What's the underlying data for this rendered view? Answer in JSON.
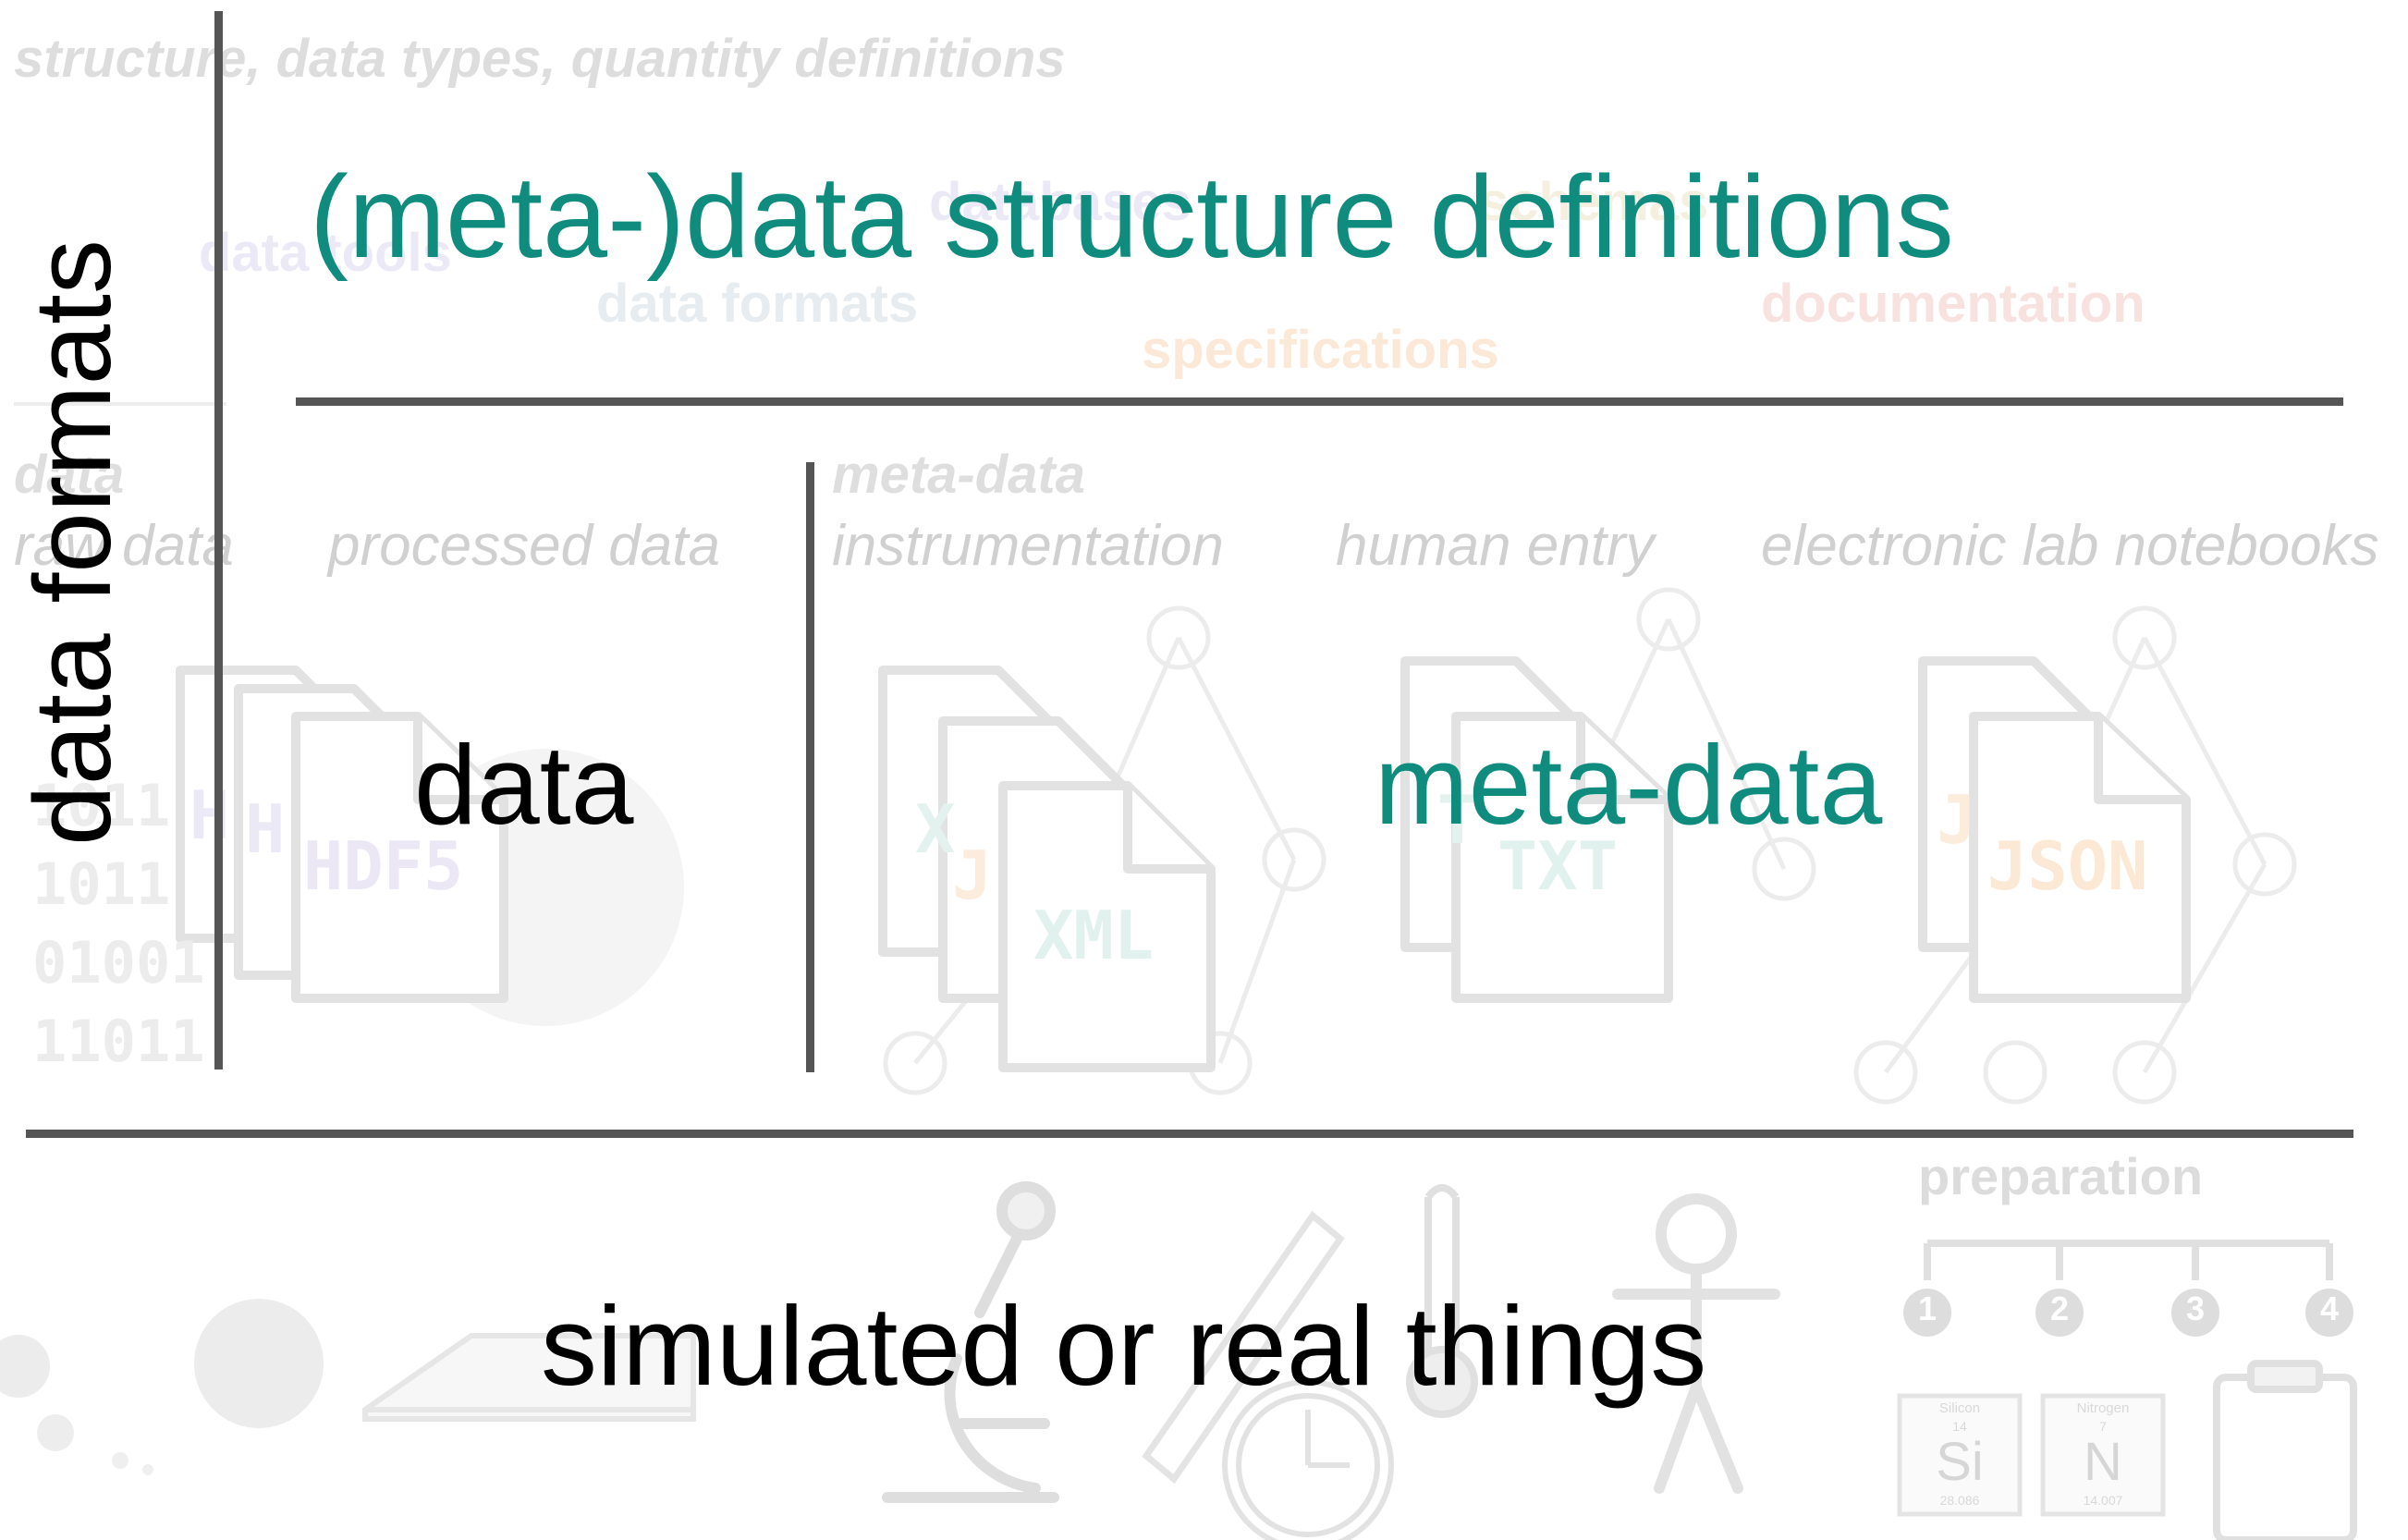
{
  "header": {
    "faint_caption": "structure, data types, quantity definitions",
    "title": "(meta-)data structure definitions",
    "bg_terms": [
      "data tools",
      "databases",
      "schemas",
      "data formats",
      "specifications",
      "documentation"
    ]
  },
  "side_label": "data formats",
  "data_column": {
    "faint_header": "data",
    "sub_labels": [
      "raw data",
      "processed data"
    ],
    "label": "data",
    "file_badges": [
      "H",
      "H",
      "HDF5"
    ],
    "binary_rows": [
      "1011",
      "1011",
      "01001",
      "11011"
    ]
  },
  "metadata_column": {
    "faint_header": "meta-data",
    "sources": [
      "instrumentation",
      "human entry",
      "electronic lab notebooks"
    ],
    "label": "meta-data",
    "file_badges": [
      "X",
      "J",
      "XML",
      "T",
      "TXT",
      "J",
      "JSON"
    ]
  },
  "bottom": {
    "label": "simulated or real things",
    "preparation": {
      "title": "preparation",
      "steps": [
        "1",
        "2",
        "3",
        "4"
      ]
    },
    "elements": [
      {
        "name": "Silicon",
        "number": "14",
        "symbol": "Si",
        "mass": "28.086"
      },
      {
        "name": "Nitrogen",
        "number": "7",
        "symbol": "N",
        "mass": "14.007"
      }
    ]
  },
  "colors": {
    "accent": "#0f8c7e",
    "line": "#555555",
    "faint": "#e6e6e6"
  }
}
